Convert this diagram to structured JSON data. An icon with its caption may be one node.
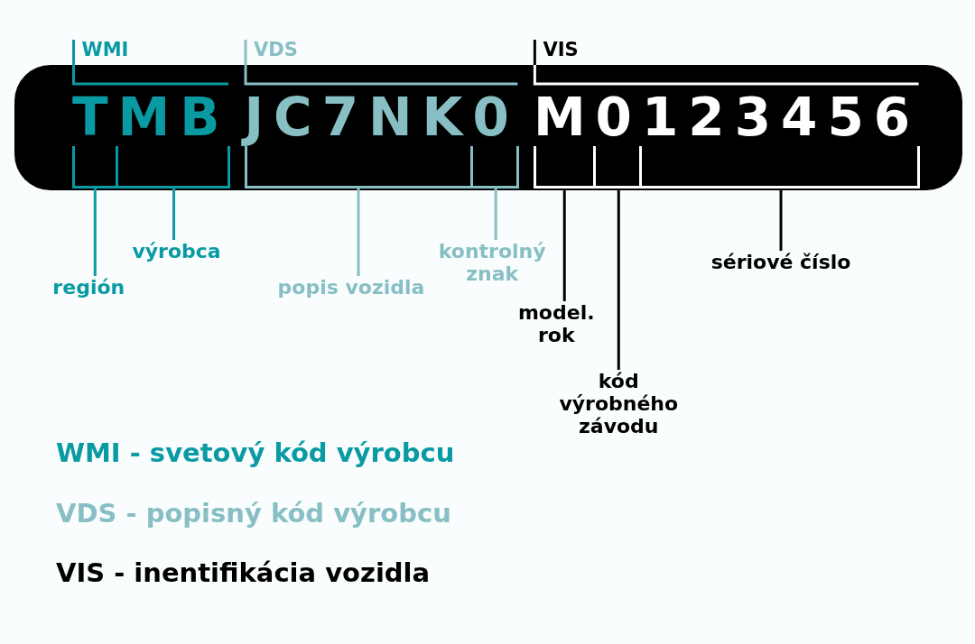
{
  "diagram": {
    "nodes": [
      {
        "text": [],
        "shape": "box"
      },
      {
        "text": [
          "T"
        ],
        "in": 0
      },
      {
        "text": [
          "MB"
        ],
        "in": 0
      },
      {
        "text": [
          "JC7NK"
        ],
        "in": 0
      },
      {
        "text": [
          "0"
        ],
        "in": 0
      },
      {
        "text": [
          "M"
        ],
        "in": 0
      },
      {
        "text": [
          "0"
        ],
        "in": 0
      },
      {
        "text": [
          "123456"
        ],
        "in": 0
      },
      {
        "text": [
          "región"
        ]
      },
      {
        "text": [
          "výrobca"
        ]
      },
      {
        "text": [
          "popis vozidla"
        ]
      },
      {
        "text": [
          "kontrolný znak"
        ]
      },
      {
        "text": [
          "model. rok"
        ]
      },
      {
        "text": [
          "kód výrobného závodu"
        ]
      },
      {
        "text": [
          "sériové číslo"
        ]
      }
    ],
    "edges": [
      {
        "from": 8,
        "to": 1,
        "arrow": "none",
        "color": "#0a9aa4"
      },
      {
        "from": 9,
        "to": 2,
        "arrow": "none",
        "color": "#0a9aa4"
      },
      {
        "from": 10,
        "to": 3,
        "arrow": "none",
        "color": "#87bfc4"
      },
      {
        "from": 11,
        "to": 4,
        "arrow": "none",
        "color": "#87bfc4"
      },
      {
        "from": 12,
        "to": 5,
        "arrow": "none"
      },
      {
        "from": 13,
        "to": 6,
        "arrow": "none"
      },
      {
        "from": 14,
        "to": 7,
        "arrow": "none"
      }
    ],
    "labels": [
      "WMI",
      "VDS",
      "VIS"
    ],
    "legend": [
      {
        "text": "WMI - svetový kód výrobcu",
        "color": "#0a9aa4"
      },
      {
        "text": "VDS - popisný kód výrobcu",
        "color": "#87bfc4"
      },
      {
        "text": "VIS - inentifikácia vozidla",
        "color": "#000000"
      }
    ]
  }
}
